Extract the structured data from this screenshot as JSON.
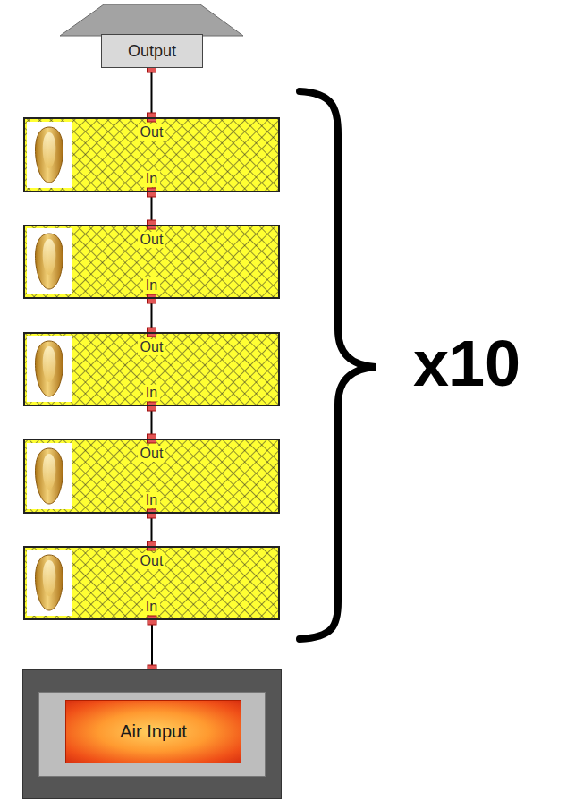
{
  "diagram": {
    "nodes": [
      {
        "text": [
          "Output"
        ]
      },
      {
        "text": [
          "Out",
          "In"
        ]
      },
      {
        "text": [
          "Out",
          "In"
        ]
      },
      {
        "text": [
          "Out",
          "In"
        ]
      },
      {
        "text": [
          "Out",
          "In"
        ]
      },
      {
        "text": [
          "Out",
          "In"
        ]
      },
      {
        "text": [
          "Air Input"
        ]
      }
    ],
    "edges": [
      {
        "from": 6,
        "to": 5,
        "arrow": "none"
      },
      {
        "from": 5,
        "to": 4,
        "arrow": "none"
      },
      {
        "from": 4,
        "to": 3,
        "arrow": "none"
      },
      {
        "from": 3,
        "to": 2,
        "arrow": "none"
      },
      {
        "from": 2,
        "to": 1,
        "arrow": "none"
      },
      {
        "from": 1,
        "to": 0,
        "arrow": "none"
      }
    ],
    "labels": [
      "x10"
    ]
  }
}
